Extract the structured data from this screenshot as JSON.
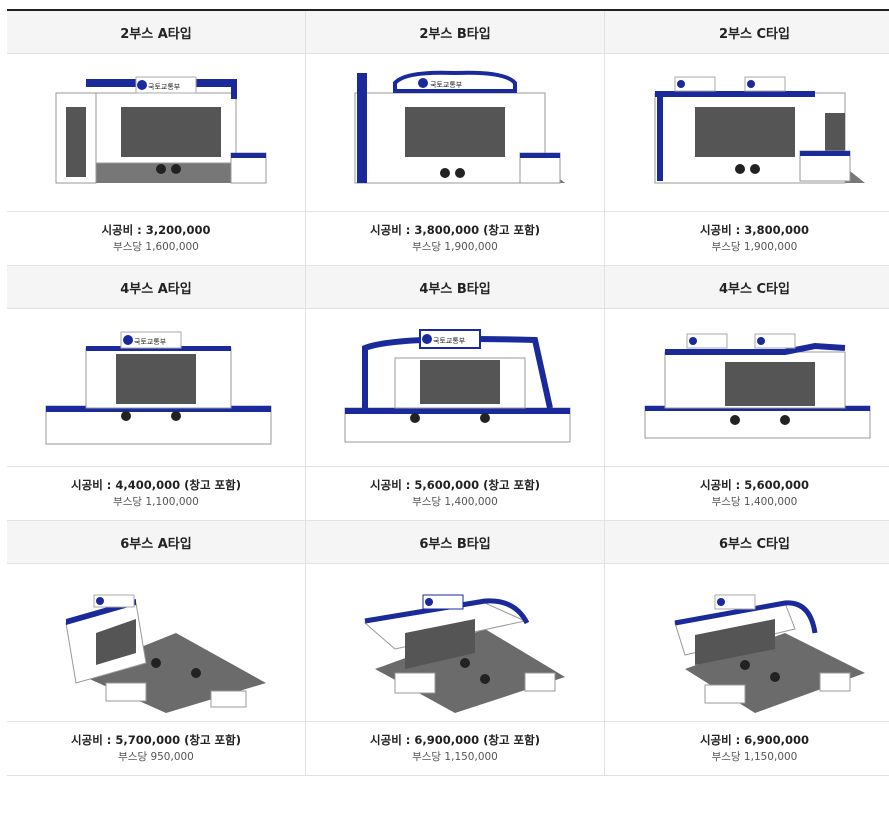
{
  "colors": {
    "brand_blue": "#1a2a9a",
    "screen": "#555555",
    "floor": "#777777"
  },
  "booths": [
    {
      "title": "2부스 A타입",
      "cost": "시공비 : 3,200,000",
      "per_booth": "부스당 1,600,000",
      "image": "booth-2a"
    },
    {
      "title": "2부스 B타입",
      "cost": "시공비 : 3,800,000 (창고 포함)",
      "per_booth": "부스당 1,900,000",
      "image": "booth-2b"
    },
    {
      "title": "2부스 C타입",
      "cost": "시공비 : 3,800,000",
      "per_booth": "부스당 1,900,000",
      "image": "booth-2c"
    },
    {
      "title": "4부스 A타입",
      "cost": "시공비 : 4,400,000 (창고 포함)",
      "per_booth": "부스당 1,100,000",
      "image": "booth-4a"
    },
    {
      "title": "4부스 B타입",
      "cost": "시공비 : 5,600,000 (창고 포함)",
      "per_booth": "부스당 1,400,000",
      "image": "booth-4b"
    },
    {
      "title": "4부스 C타입",
      "cost": "시공비 : 5,600,000",
      "per_booth": "부스당 1,400,000",
      "image": "booth-4c"
    },
    {
      "title": "6부스 A타입",
      "cost": "시공비 : 5,700,000 (창고 포함)",
      "per_booth": "부스당 950,000",
      "image": "booth-6a"
    },
    {
      "title": "6부스 B타입",
      "cost": "시공비 : 6,900,000 (창고 포함)",
      "per_booth": "부스당 1,150,000",
      "image": "booth-6b"
    },
    {
      "title": "6부스 C타입",
      "cost": "시공비 : 6,900,000",
      "per_booth": "부스당 1,150,000",
      "image": "booth-6c"
    }
  ],
  "logo_text": "국토교통부"
}
